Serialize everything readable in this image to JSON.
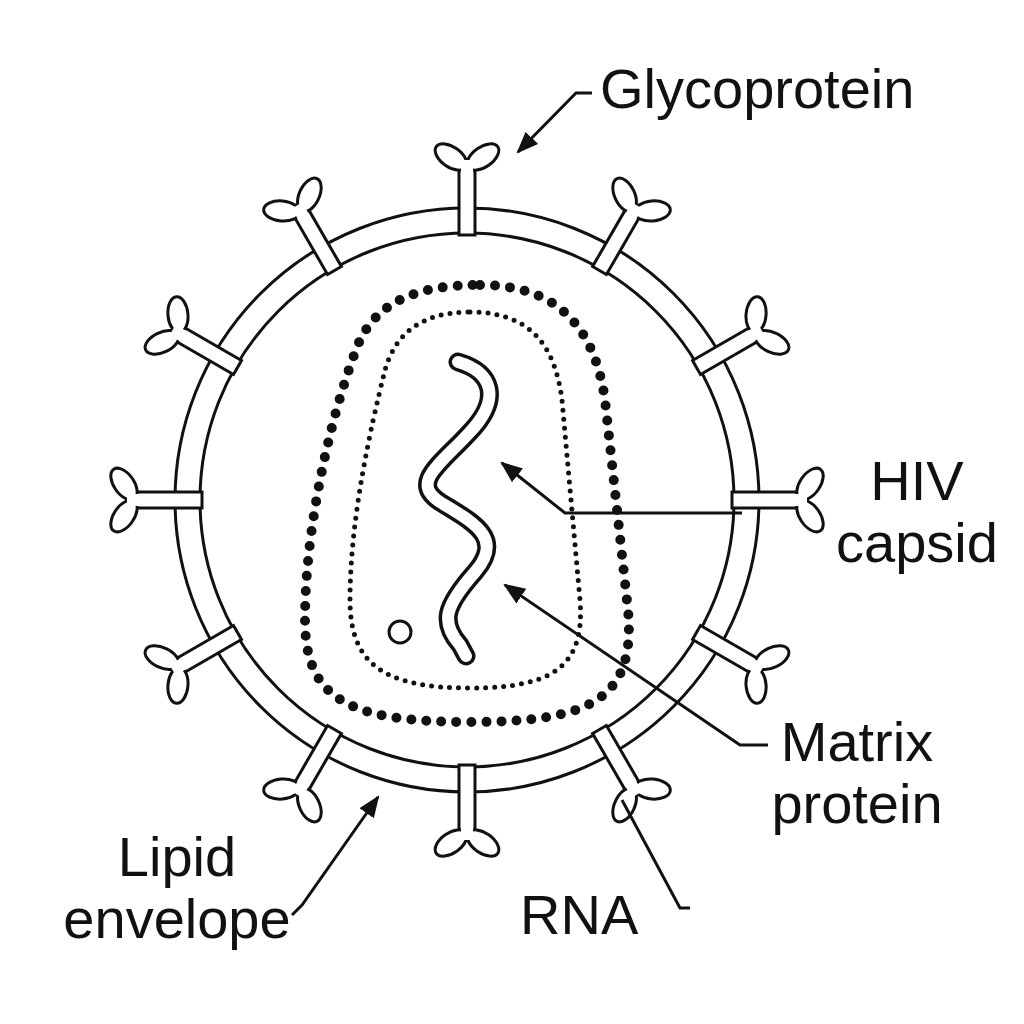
{
  "diagram": {
    "labels": [
      "Glycoprotein",
      "HIV capsid",
      "Matrix protein",
      "Lipid envelope",
      "RNA"
    ]
  }
}
